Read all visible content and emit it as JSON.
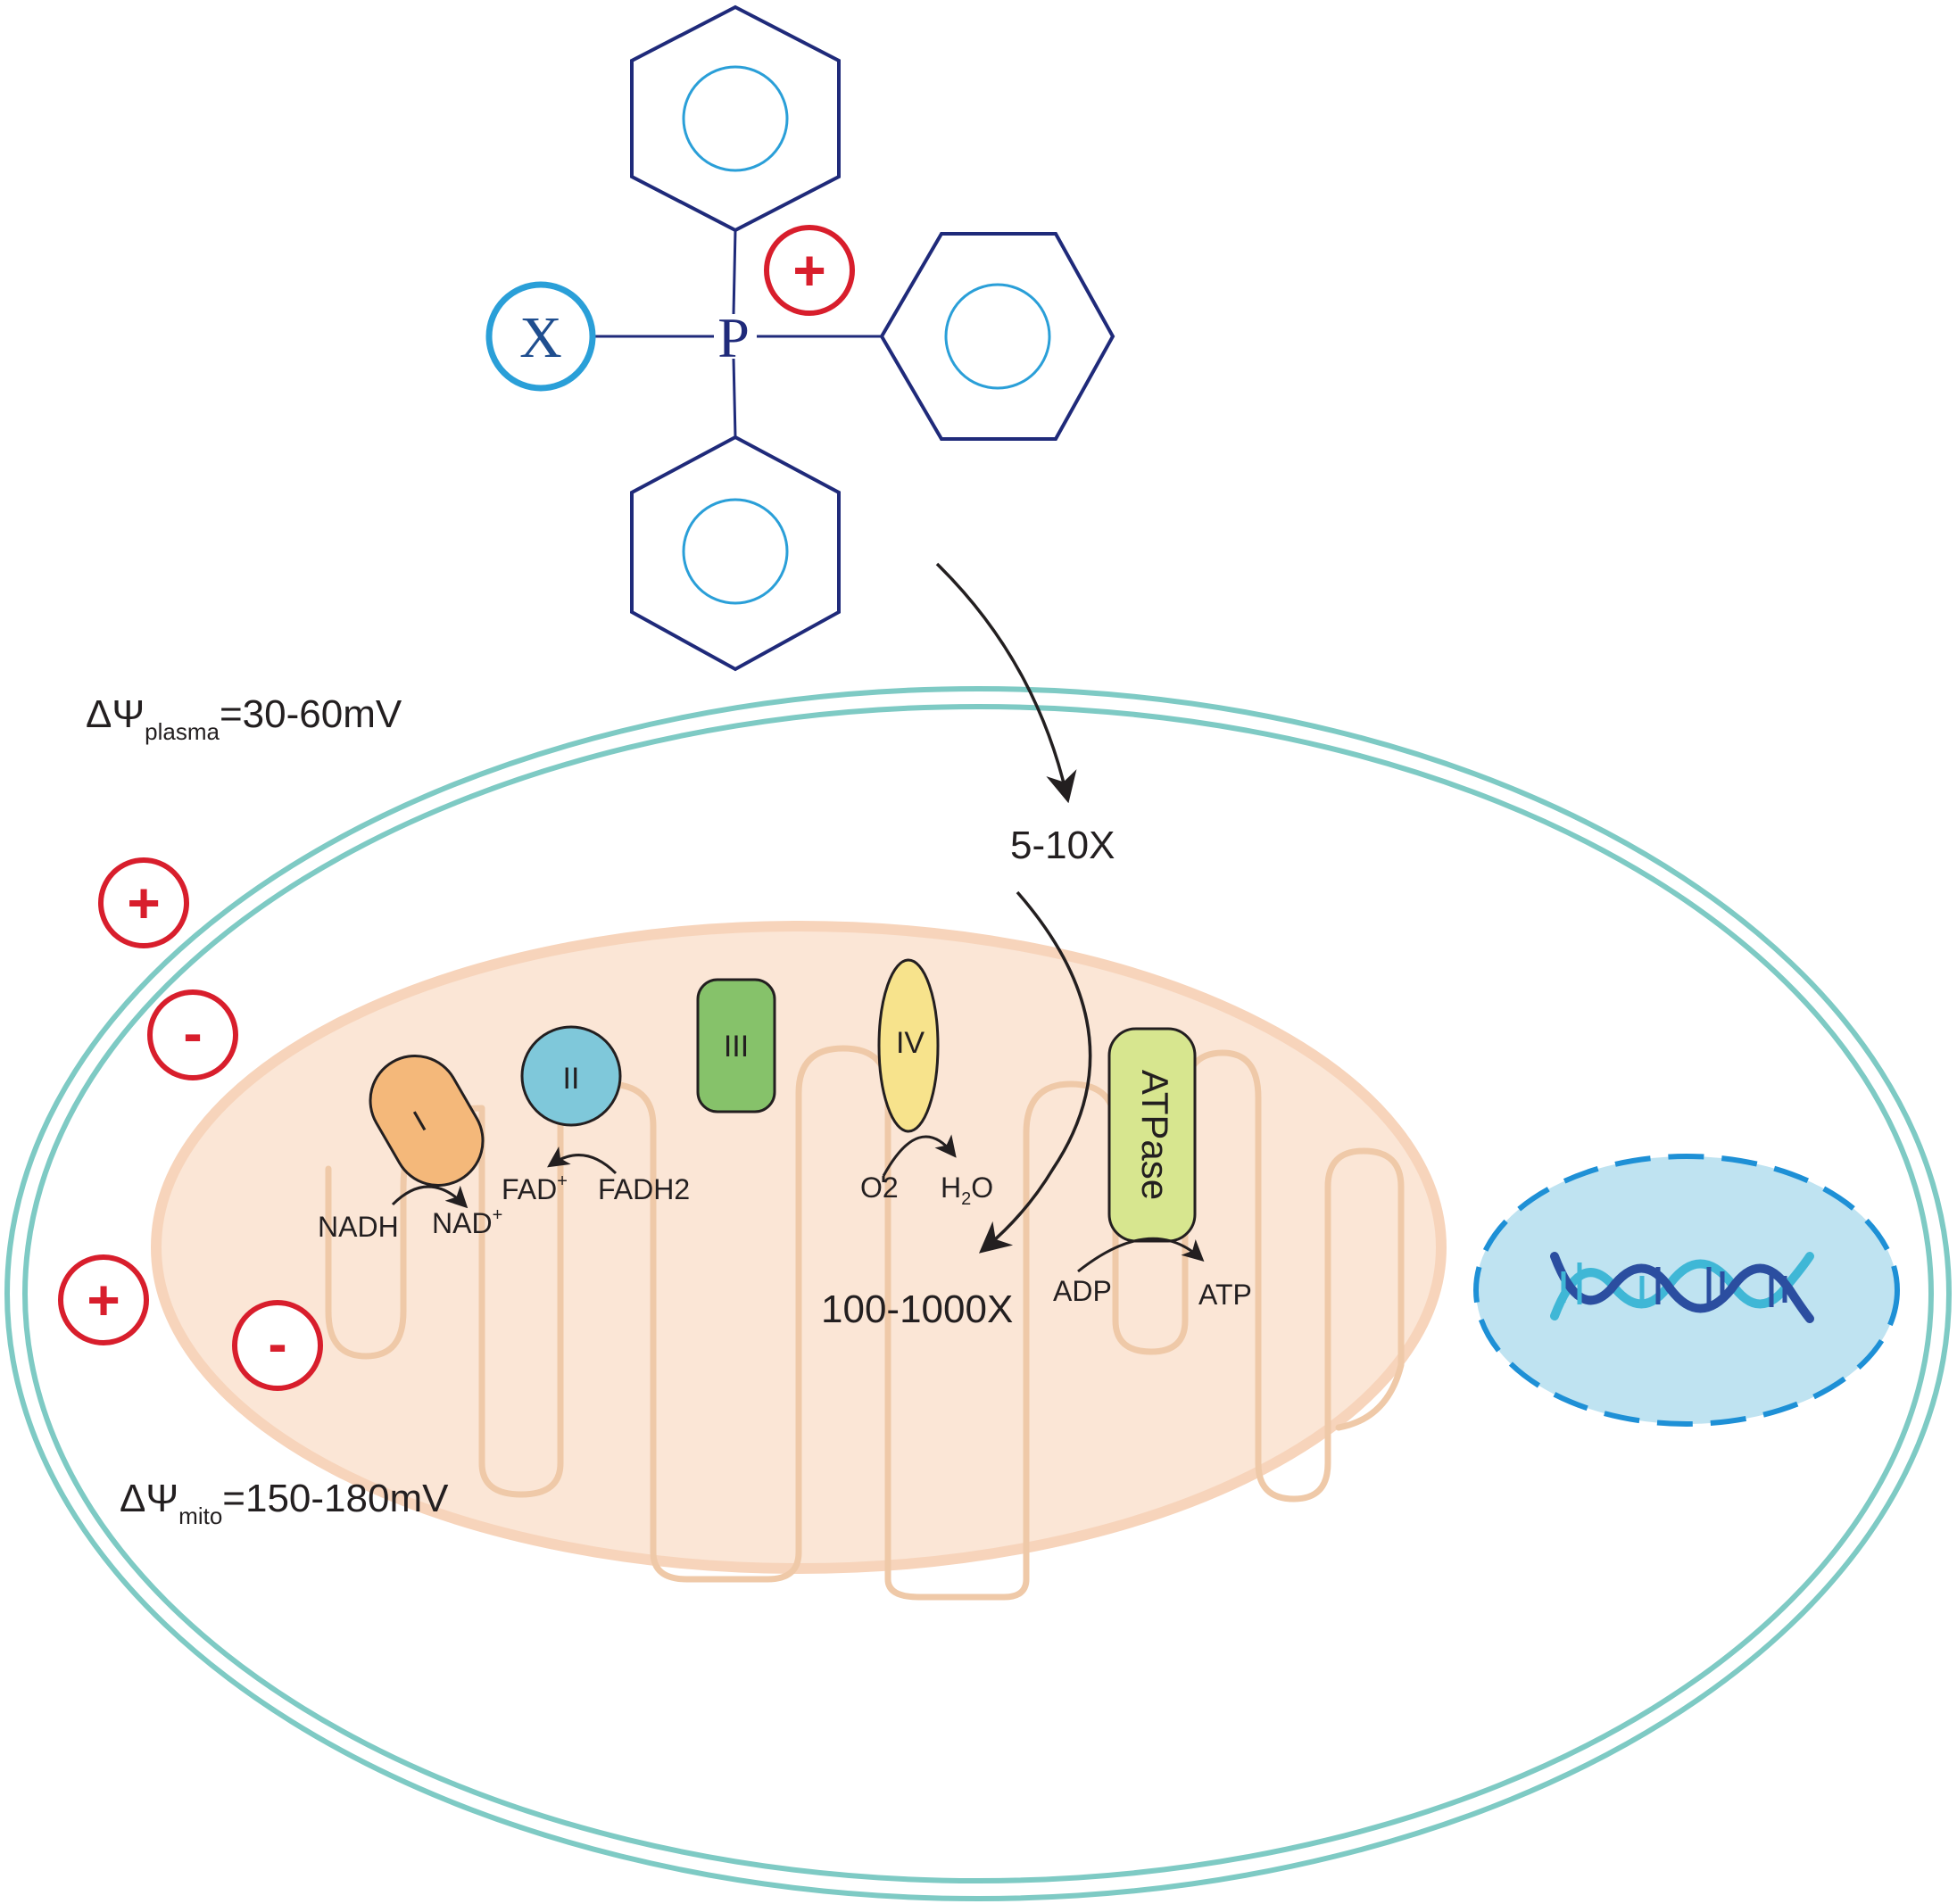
{
  "molecule": {
    "center_atom": "P",
    "substituent": "X",
    "charge_symbol": "+"
  },
  "labels": {
    "plasma_potential": {
      "symbol": "ΔΨ",
      "sub": "plasma",
      "value": "=30-60mV"
    },
    "mito_potential": {
      "symbol": "ΔΨ",
      "sub": "mito",
      "value": "=150-180mV"
    },
    "cytosol_accumulation": "5-10X",
    "mito_accumulation": "100-1000X"
  },
  "charges": {
    "plus": "+",
    "minus": "-"
  },
  "complexes": {
    "complex_1": {
      "label": "I",
      "color": "#f4b87a"
    },
    "complex_2": {
      "label": "II",
      "color": "#7fc8da"
    },
    "complex_3": {
      "label": "III",
      "color": "#86c26a"
    },
    "complex_4": {
      "label": "IV",
      "color": "#f7e38c"
    },
    "atpase": {
      "label": "ATPase",
      "color": "#d7e68f"
    }
  },
  "reactions": {
    "nadh": "NADH",
    "nad": {
      "base": "NAD",
      "sup": "+"
    },
    "fad": {
      "base": "FAD",
      "sup": "+"
    },
    "fadh2": "FADH2",
    "o2": "O2",
    "h2o": {
      "a": "H",
      "sub": "2",
      "b": "O"
    },
    "adp": "ADP",
    "atp": "ATP"
  },
  "colors": {
    "cell_membrane": "#7ecac4",
    "mitochondrion_fill": "#fbe6d6",
    "mitochondrion_outer": "#f7d4bb",
    "cristae_stroke": "#efc9a8",
    "molecule_bonds": "#1f2a7a",
    "ring_circle": "#2a9fd8",
    "charge_red": "#d81e2c",
    "nucleus_fill": "#bfe3f1",
    "nucleus_dash": "#1e90d6",
    "dna_light": "#3fb7d6",
    "dna_dark": "#2b4ea0"
  },
  "icons": [
    "phenyl-ring",
    "charge-plus-icon",
    "charge-minus-icon",
    "dna-helix-icon",
    "arrow-icon"
  ]
}
